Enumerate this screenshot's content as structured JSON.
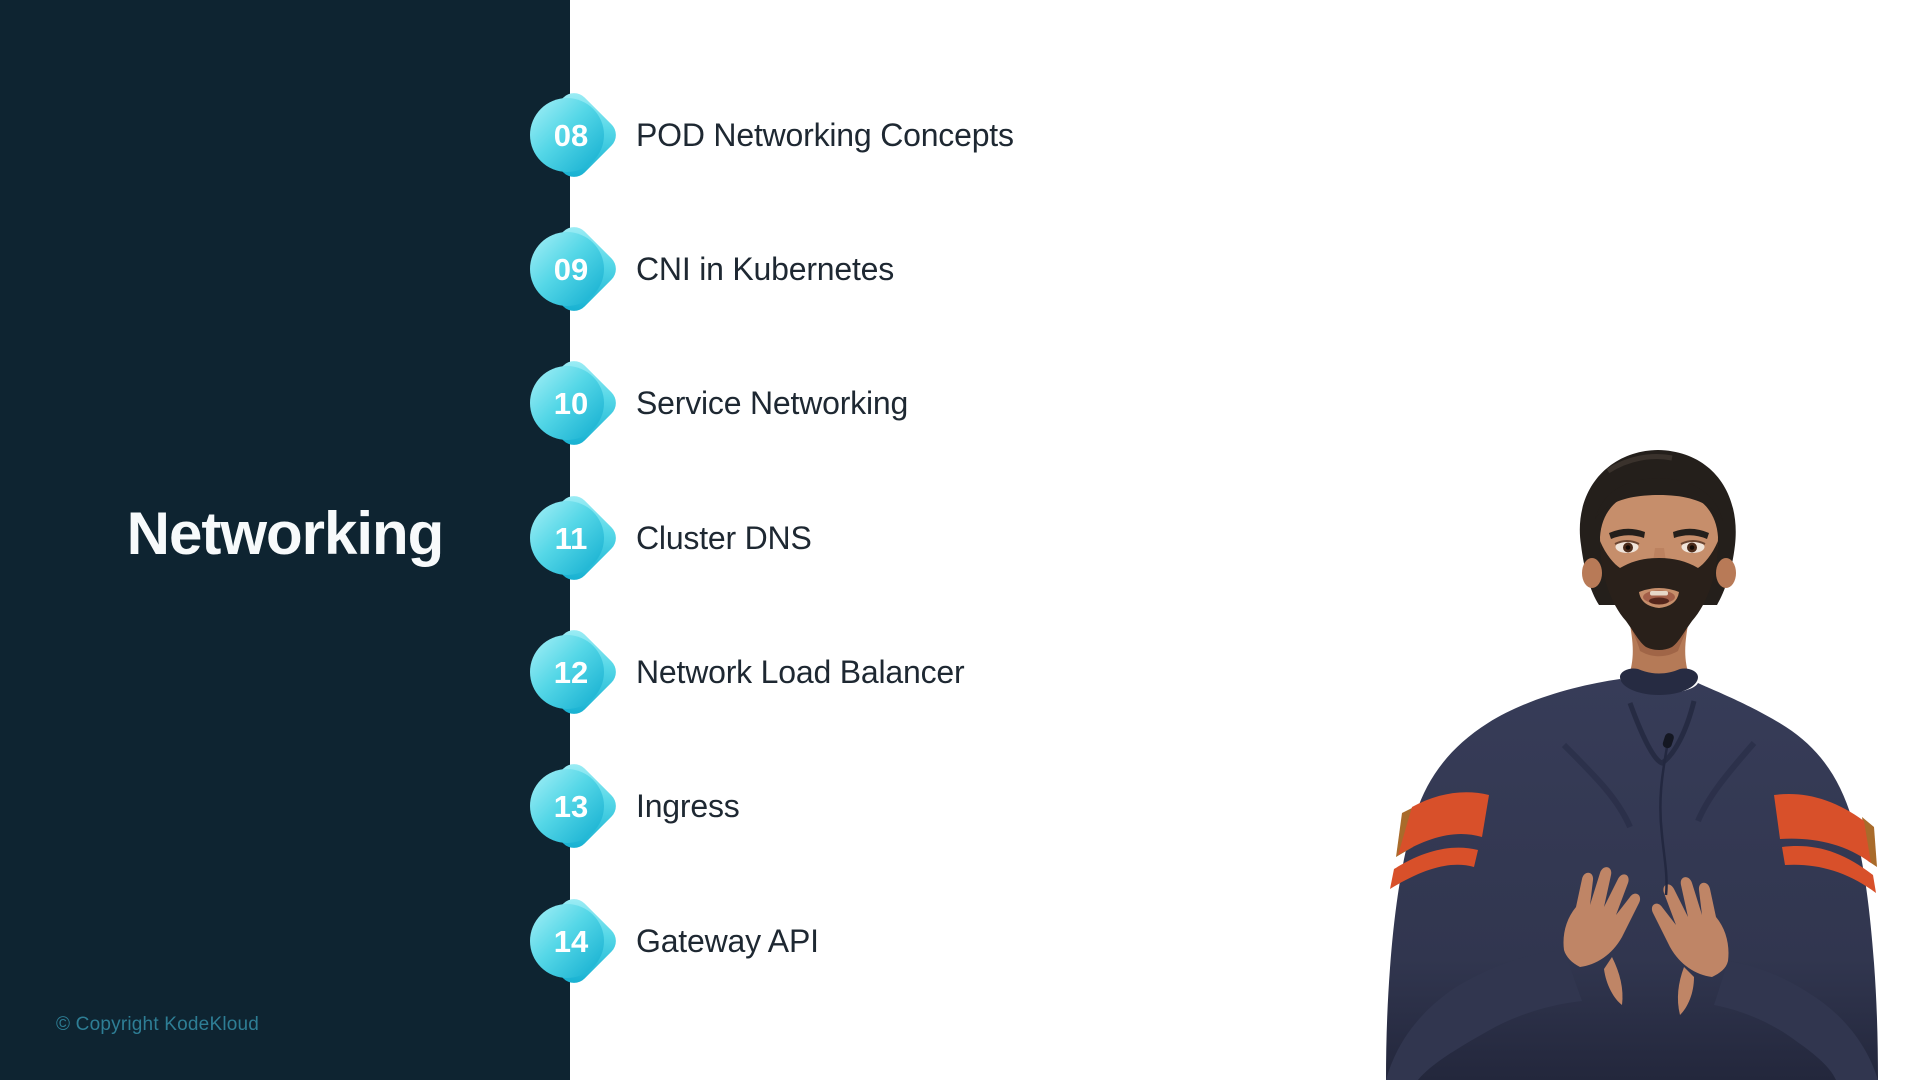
{
  "slide": {
    "title": "Networking",
    "copyright": "© Copyright KodeKloud"
  },
  "list": {
    "items": [
      {
        "number": "08",
        "label": "POD Networking Concepts"
      },
      {
        "number": "09",
        "label": "CNI in Kubernetes"
      },
      {
        "number": "10",
        "label": "Service Networking"
      },
      {
        "number": "11",
        "label": "Cluster DNS"
      },
      {
        "number": "12",
        "label": "Network Load Balancer"
      },
      {
        "number": "13",
        "label": "Ingress"
      },
      {
        "number": "14",
        "label": "Gateway API"
      }
    ]
  },
  "colors": {
    "sidebar_bg": "#0e2431",
    "badge_gradient_start": "#a7f0f7",
    "badge_gradient_mid": "#55d7e7",
    "badge_gradient_end": "#10accf",
    "item_text": "#1e2832",
    "title_text": "#f7fafb",
    "copyright_text": "#2e7e95"
  }
}
